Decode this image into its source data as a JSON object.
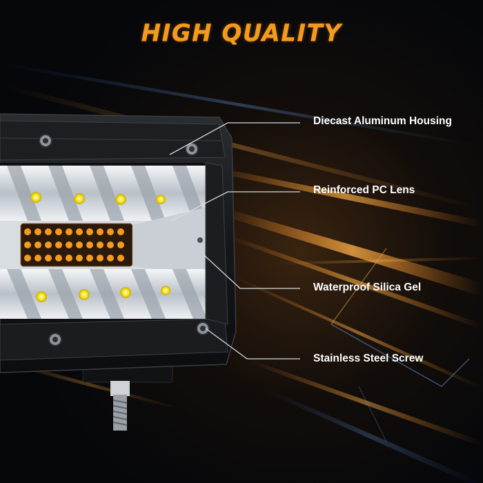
{
  "headline": "HIGH QUALITY",
  "callouts": [
    {
      "label": "Diecast Aluminum Housing"
    },
    {
      "label": "Reinforced PC Lens"
    },
    {
      "label": "Waterproof Silica Gel"
    },
    {
      "label": "Stainless Steel Screw"
    }
  ],
  "colors": {
    "accent": "#f39a1f",
    "background": "#05070b",
    "callout_text": "#ffffff",
    "leader_line": "#d8dde3",
    "led_white_center": "#f2e51a",
    "led_amber": "#f39a1f"
  },
  "product": {
    "name": "LED work light bar",
    "icons": [
      "light-bar-image",
      "screw-icon",
      "mounting-bolt-icon"
    ]
  }
}
